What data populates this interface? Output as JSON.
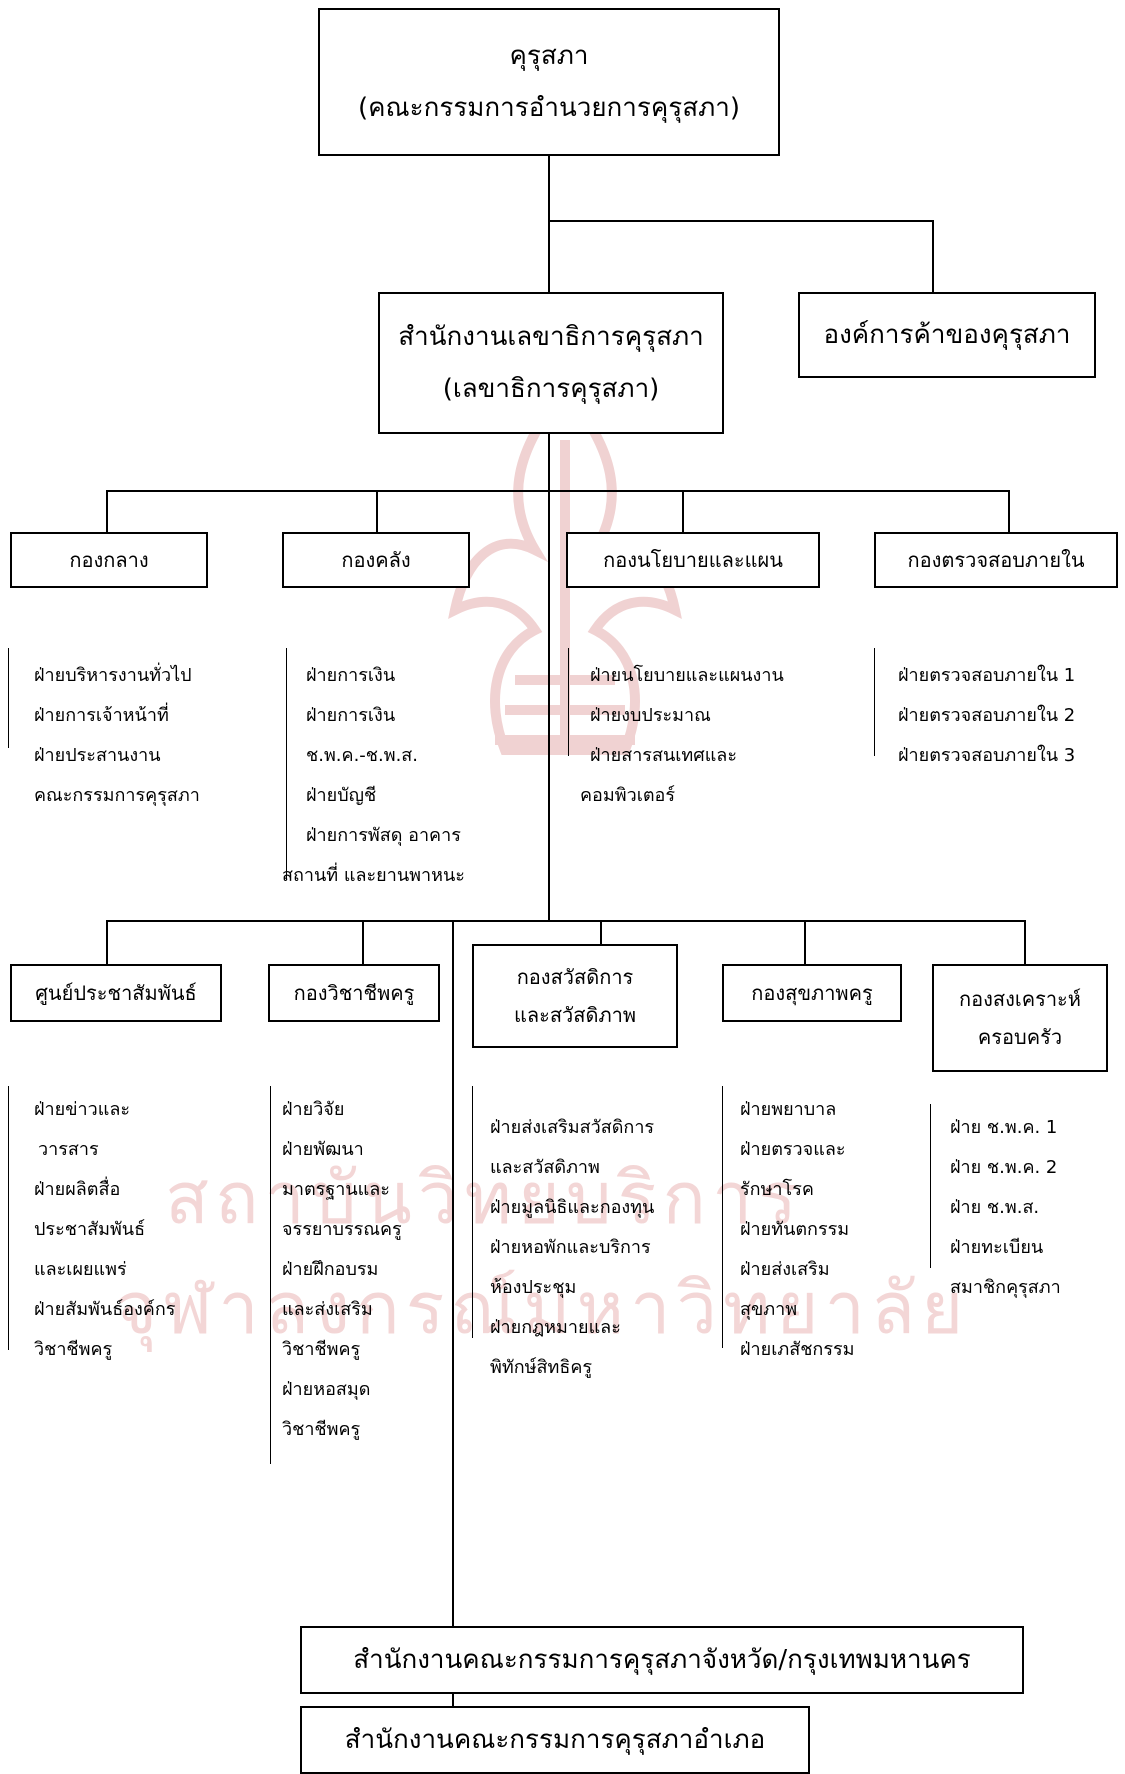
{
  "watermark": {
    "line1": "สถาบันวิทยบริการ",
    "line2": "จุฬาลงกรณ์มหาวิทยาลัย"
  },
  "root": {
    "line1": "คุรุสภา",
    "line2": "(คณะกรรมการอำนวยการคุรุสภา)"
  },
  "secretariat": {
    "line1": "สำนักงานเลขาธิการคุรุสภา",
    "line2": "(เลขาธิการคุรุสภา)"
  },
  "trade_org": "องค์การค้าของคุรุสภา",
  "row1": [
    {
      "title": "กองกลาง",
      "items": [
        "ฝ่ายบริหารงานทั่วไป",
        "ฝ่ายการเจ้าหน้าที่",
        "ฝ่ายประสานงาน",
        "คณะกรรมการคุรุสภา"
      ]
    },
    {
      "title": "กองคลัง",
      "items": [
        "ฝ่ายการเงิน",
        "ฝ่ายการเงิน",
        "ช.พ.ค.-ช.พ.ส.",
        "ฝ่ายบัญชี",
        "ฝ่ายการพัสดุ  อาคาร",
        "สถานที่ และยานพาหนะ"
      ]
    },
    {
      "title": "กองนโยบายและแผน",
      "items": [
        "ฝ่ายนโยบายและแผนงาน",
        "ฝ่ายงบประมาณ",
        "ฝ่ายสารสนเทศและ",
        "คอมพิวเตอร์"
      ]
    },
    {
      "title": "กองตรวจสอบภายใน",
      "items": [
        "ฝ่ายตรวจสอบภายใน 1",
        "ฝ่ายตรวจสอบภายใน 2",
        "ฝ่ายตรวจสอบภายใน 3"
      ]
    }
  ],
  "row2": [
    {
      "title": [
        "ศูนย์ประชาสัมพันธ์"
      ],
      "items": [
        "ฝ่ายข่าวและ",
        "วารสาร",
        "ฝ่ายผลิตสื่อ",
        "ประชาสัมพันธ์",
        "และเผยแพร่",
        "ฝ่ายสัมพันธ์องค์กร",
        "วิชาชีพครู"
      ]
    },
    {
      "title": [
        "กองวิชาชีพครู"
      ],
      "items": [
        "ฝ่ายวิจัย",
        "ฝ่ายพัฒนา",
        "มาตรฐานและ",
        "จรรยาบรรณครู",
        "ฝ่ายฝึกอบรม",
        "และส่งเสริม",
        "วิชาชีพครู",
        "ฝ่ายหอสมุด",
        "วิชาชีพครู"
      ]
    },
    {
      "title": [
        "กองสวัสดิการ",
        "และสวัสดิภาพ"
      ],
      "items": [
        "ฝ่ายส่งเสริมสวัสดิการ",
        "และสวัสดิภาพ",
        "ฝ่ายมูลนิธิและกองทุน",
        "ฝ่ายหอพักและบริการ",
        "ห้องประชุม",
        "ฝ่ายกฎหมายและ",
        "พิทักษ์สิทธิครู"
      ]
    },
    {
      "title": [
        "กองสุขภาพครู"
      ],
      "items": [
        "ฝ่ายพยาบาล",
        "ฝ่ายตรวจและ",
        "รักษาโรค",
        "ฝ่ายทันตกรรม",
        "ฝ่ายส่งเสริม",
        "สุขภาพ",
        "ฝ่ายเภสัชกรรม"
      ]
    },
    {
      "title": [
        "กองสงเคราะห์",
        "ครอบครัว"
      ],
      "items": [
        "ฝ่าย ช.พ.ค. 1",
        "ฝ่าย ช.พ.ค. 2",
        "ฝ่าย ช.พ.ส.",
        "ฝ่ายทะเบียน",
        "สมาชิกคุรุสภา"
      ]
    }
  ],
  "provincial_office": "สำนักงานคณะกรรมการคุรุสภาจังหวัด/กรุงเทพมหานคร",
  "district_office": "สำนักงานคณะกรรมการคุรุสภาอำเภอ"
}
